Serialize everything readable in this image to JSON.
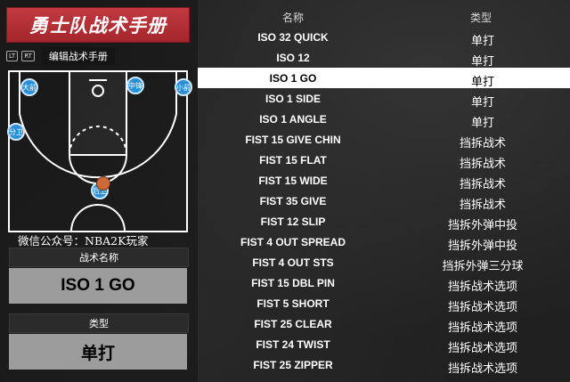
{
  "playbook": {
    "title": "勇士队战术手册",
    "keys": [
      "LT",
      "RT"
    ],
    "edit_label": "编辑战术手册",
    "watermark": "微信公众号：NBA2K玩家"
  },
  "court": {
    "players": [
      {
        "label": "大前"
      },
      {
        "label": "中锋"
      },
      {
        "label": "小前"
      },
      {
        "label": "分卫"
      },
      {
        "label": "后卫"
      }
    ]
  },
  "detail": {
    "name_label": "战术名称",
    "name_value": "ISO 1 GO",
    "type_label": "类型",
    "type_value": "单打"
  },
  "list": {
    "headers": {
      "name": "名称",
      "type": "类型"
    },
    "selected_index": 2,
    "rows": [
      {
        "name": "ISO 32 QUICK",
        "type": "单打"
      },
      {
        "name": "ISO 12",
        "type": "单打"
      },
      {
        "name": "ISO 1 GO",
        "type": "单打"
      },
      {
        "name": "ISO 1 SIDE",
        "type": "单打"
      },
      {
        "name": "ISO 1 ANGLE",
        "type": "单打"
      },
      {
        "name": "FIST 15 GIVE CHIN",
        "type": "挡拆战术"
      },
      {
        "name": "FIST 15 FLAT",
        "type": "挡拆战术"
      },
      {
        "name": "FIST 15 WIDE",
        "type": "挡拆战术"
      },
      {
        "name": "FIST 35 GIVE",
        "type": "挡拆战术"
      },
      {
        "name": "FIST 12 SLIP",
        "type": "挡拆外弹中投"
      },
      {
        "name": "FIST 4 OUT SPREAD",
        "type": "挡拆外弹中投"
      },
      {
        "name": "FIST 4 OUT STS",
        "type": "挡拆外弹三分球"
      },
      {
        "name": "FIST 15 DBL PIN",
        "type": "挡拆战术选项"
      },
      {
        "name": "FIST 5 SHORT",
        "type": "挡拆战术选项"
      },
      {
        "name": "FIST 25 CLEAR",
        "type": "挡拆战术选项"
      },
      {
        "name": "FIST 24 TWIST",
        "type": "挡拆战术选项"
      },
      {
        "name": "FIST 25 ZIPPER",
        "type": "挡拆战术选项"
      }
    ]
  },
  "colors": {
    "title_red": "#b3292f",
    "player_blue": "#2a8fd6",
    "selected_row": "#ffffff"
  }
}
